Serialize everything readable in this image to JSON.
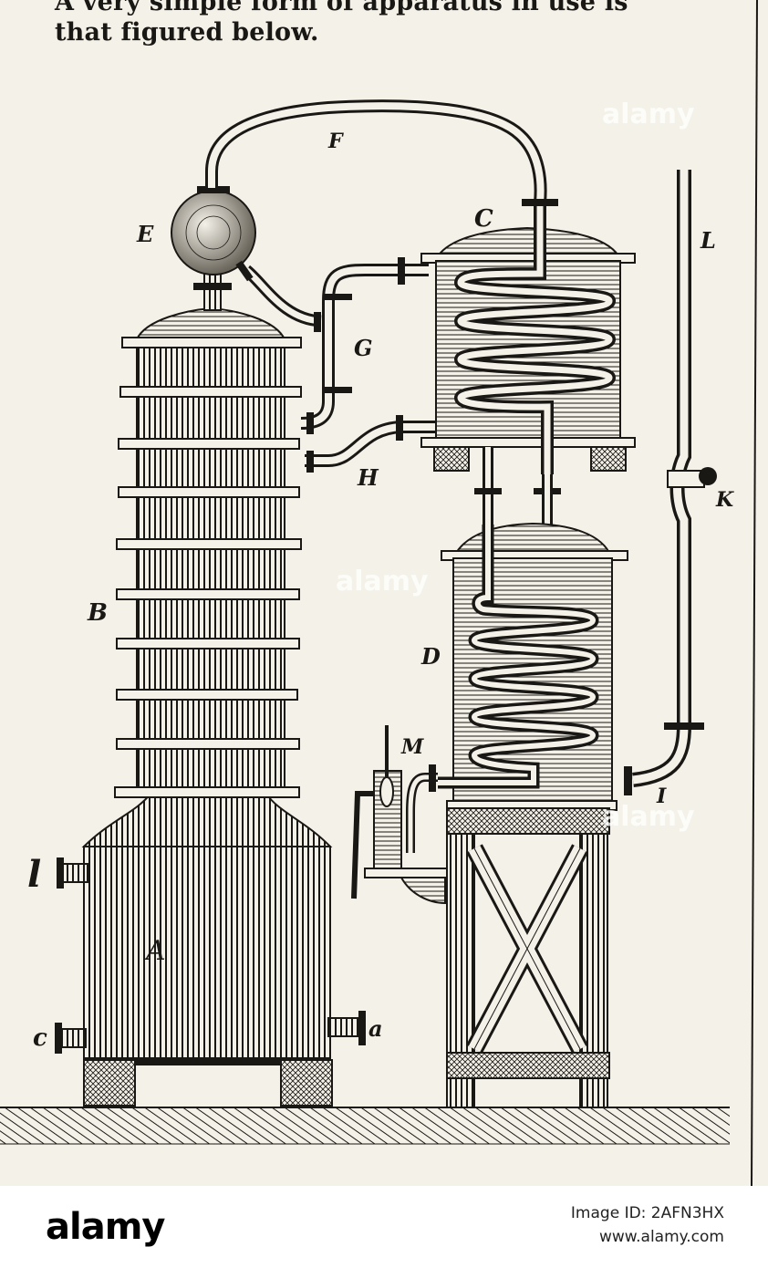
{
  "caption": {
    "line1": "A very simple form of apparatus in use is",
    "line2": "that figured below."
  },
  "labels": {
    "F": "F",
    "E": "E",
    "C": "C",
    "L": "L",
    "G": "G",
    "H": "H",
    "K": "K",
    "B": "B",
    "D": "D",
    "M": "M",
    "I": "I",
    "l": "l",
    "A": "A",
    "c": "c",
    "a": "a"
  },
  "watermark": {
    "text": "alamy"
  },
  "footer": {
    "logo": "alamy",
    "image_id": "Image ID: 2AFN3HX",
    "url": "www.alamy.com"
  },
  "colors": {
    "paper": "#f4f1e8",
    "ink": "#1a1815"
  }
}
